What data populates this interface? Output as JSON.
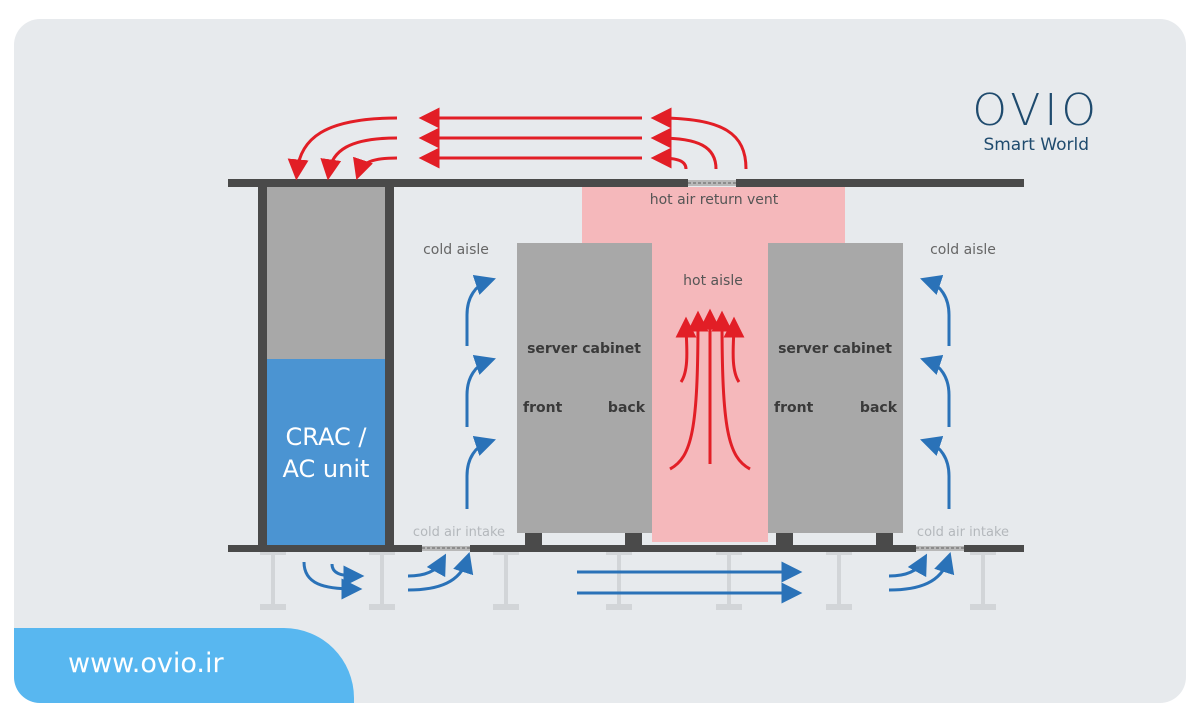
{
  "brand": {
    "logo_text": "OVIO",
    "tagline": "Smart World",
    "url": "www.ovio.ir"
  },
  "labels": {
    "hot_air_return_vent": "hot air return vent",
    "cold_aisle_left": "cold aisle",
    "cold_aisle_right": "cold aisle",
    "hot_aisle": "hot aisle",
    "server_cabinet_left": "server cabinet",
    "server_cabinet_right": "server cabinet",
    "front_left": "front",
    "back_left": "back",
    "front_right": "front",
    "back_right": "back",
    "crac_line1": "CRAC /",
    "crac_line2": "AC unit",
    "cold_air_intake_left": "cold air intake",
    "cold_air_intake_right": "cold air intake"
  },
  "colors": {
    "card_background": "#e7eaed",
    "structure": "#4a4a4a",
    "cabinet": "#a8a8a8",
    "hot_aisle": "#f5b8bb",
    "crac": "#4b94d2",
    "cold_arrow": "#2a72b8",
    "hot_arrow": "#e21e26",
    "badge": "#58b7f0"
  }
}
